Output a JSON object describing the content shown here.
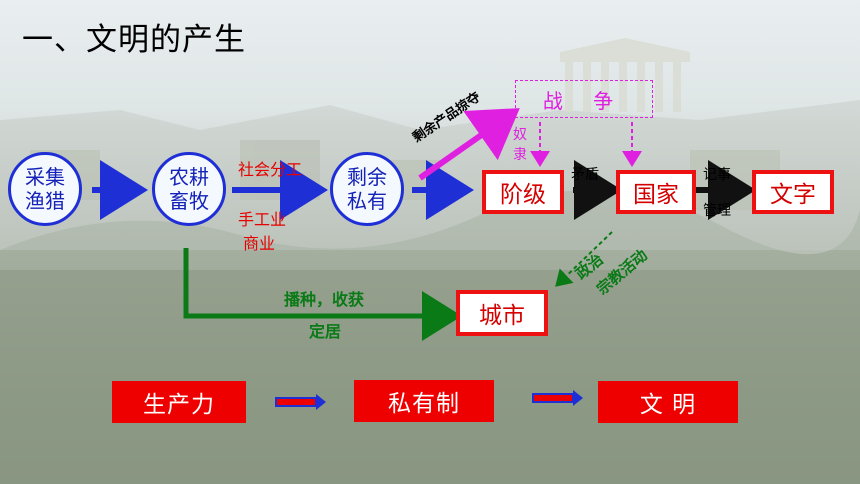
{
  "title": "一、文明的产生",
  "nodes": {
    "gather": [
      "采集",
      "渔猎"
    ],
    "farm": [
      "农耕",
      "畜牧"
    ],
    "surplus": [
      "剩余",
      "私有"
    ],
    "class": "阶级",
    "state": "国家",
    "writing": "文字",
    "city": "城市",
    "war": "战 争"
  },
  "labels": {
    "division": "社会分工",
    "handicraft": "手工业",
    "commerce": "商业",
    "plunder": "剩余产品掠夺",
    "slave_1": "奴",
    "slave_2": "隶",
    "conflict": "矛盾",
    "record": "记事",
    "manage": "管理",
    "politics": "政治",
    "religion": "宗教活动",
    "sow": "播种，收获",
    "settle": "定居"
  },
  "bottom": [
    "生产力",
    "私有制",
    "文 明"
  ],
  "colors": {
    "node_border": "#1f2fd6",
    "red": "#ee0000",
    "magenta": "#e020e0",
    "green": "#0a7a16"
  }
}
